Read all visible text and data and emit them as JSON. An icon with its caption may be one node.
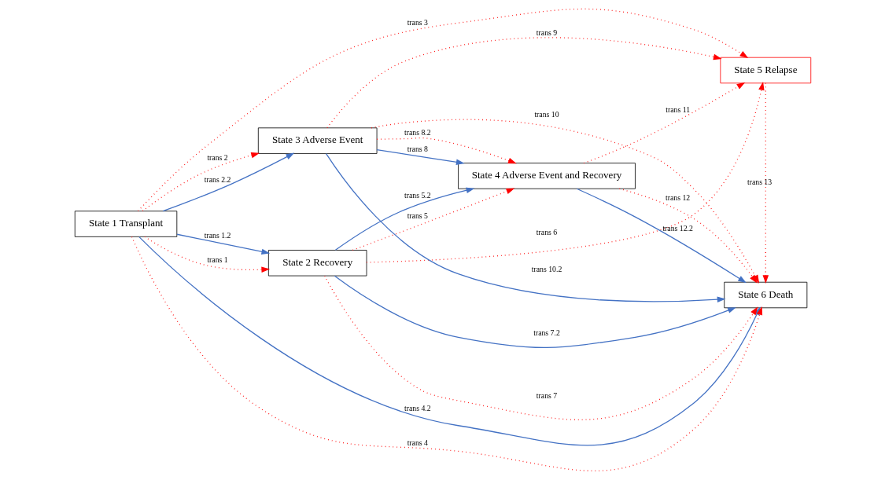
{
  "diagram": {
    "nodes": [
      {
        "text": [
          "State 1 Transplant"
        ]
      },
      {
        "text": [
          "State 2 Recovery"
        ]
      },
      {
        "text": [
          "State 3 Adverse Event"
        ]
      },
      {
        "text": [
          "State 4 Adverse Event and Recovery"
        ]
      },
      {
        "text": [
          "State 5 Relapse"
        ]
      },
      {
        "text": [
          "State 6 Death"
        ]
      }
    ],
    "edges": [
      {
        "from": 0,
        "to": 1,
        "arrow": "to",
        "label": "trans 1",
        "style": "dashed"
      },
      {
        "from": 0,
        "to": 1,
        "arrow": "to",
        "label": "trans 1.2",
        "color": "#4472c4"
      },
      {
        "from": 0,
        "to": 2,
        "arrow": "to",
        "label": "trans 2.2",
        "color": "#4472c4"
      },
      {
        "from": 0,
        "to": 2,
        "arrow": "to",
        "label": "trans 2",
        "style": "dashed"
      },
      {
        "from": 0,
        "to": 4,
        "arrow": "to",
        "label": "trans 3",
        "style": "dashed"
      },
      {
        "from": 0,
        "to": 5,
        "arrow": "to",
        "label": "trans 4.2",
        "color": "#4472c4"
      },
      {
        "from": 0,
        "to": 5,
        "arrow": "to",
        "label": "trans 4",
        "style": "dashed"
      },
      {
        "from": 1,
        "to": 3,
        "arrow": "to",
        "label": "trans 5",
        "style": "dashed"
      },
      {
        "from": 1,
        "to": 3,
        "arrow": "to",
        "label": "trans 5.2",
        "color": "#4472c4"
      },
      {
        "from": 1,
        "to": 4,
        "arrow": "to",
        "label": "trans 6",
        "style": "dashed"
      },
      {
        "from": 1,
        "to": 5,
        "arrow": "to",
        "label": "trans 7",
        "style": "dashed"
      },
      {
        "from": 1,
        "to": 5,
        "arrow": "to",
        "label": "trans 7.2",
        "color": "#4472c4"
      },
      {
        "from": 2,
        "to": 3,
        "arrow": "to",
        "label": "trans 8",
        "color": "#4472c4"
      },
      {
        "from": 2,
        "to": 3,
        "arrow": "to",
        "label": "trans 8.2",
        "style": "dashed"
      },
      {
        "from": 2,
        "to": 4,
        "arrow": "to",
        "label": "trans 9",
        "style": "dashed"
      },
      {
        "from": 2,
        "to": 5,
        "arrow": "to",
        "label": "trans 10.2",
        "color": "#4472c4"
      },
      {
        "from": 2,
        "to": 5,
        "arrow": "to",
        "label": "trans 10",
        "style": "dashed"
      },
      {
        "from": 3,
        "to": 4,
        "arrow": "to",
        "label": "trans 11",
        "style": "dashed"
      },
      {
        "from": 3,
        "to": 5,
        "arrow": "to",
        "label": "trans 12.2",
        "color": "#4472c4"
      },
      {
        "from": 3,
        "to": 5,
        "arrow": "to",
        "label": "trans 12",
        "style": "dashed"
      },
      {
        "from": 4,
        "to": 5,
        "arrow": "to",
        "label": "trans 13",
        "style": "dashed"
      }
    ]
  }
}
